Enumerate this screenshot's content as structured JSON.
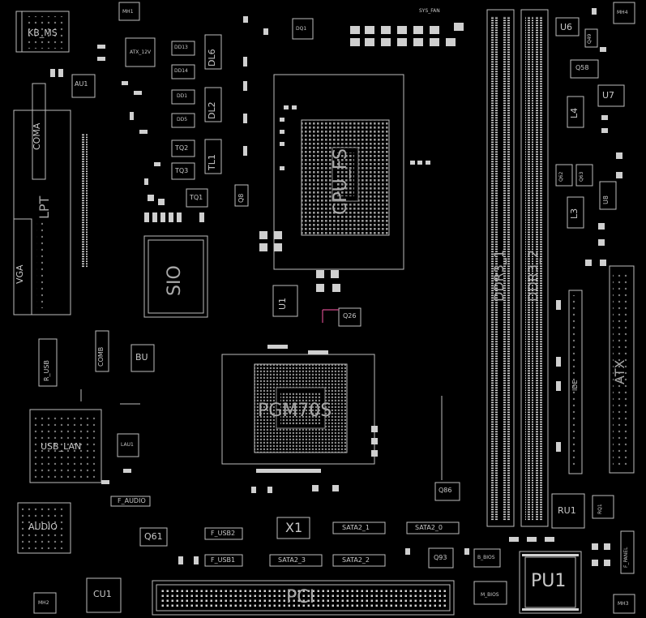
{
  "board": {
    "labels": {
      "kb_ms": "KB_MS",
      "mh1": "MH1",
      "mh2": "MH2",
      "mh3": "MH3",
      "mh4": "MH4",
      "atx_12v": "ATX_12V",
      "au1": "AU1",
      "coma": "COMA",
      "lpt": "LPT",
      "vga": "VGA",
      "dd13": "DD13",
      "dd14": "DD14",
      "dd1": "DD1",
      "dd5": "DD5",
      "tq2": "TQ2",
      "tq3": "TQ3",
      "tq1": "TQ1",
      "dl6": "DL6",
      "dl2": "DL2",
      "tl1": "TL1",
      "q8": "Q8",
      "dq1": "DQ1",
      "sys_fan": "SYS_FAN",
      "cpu_fan": "CPU_FS",
      "cpu": "CPU_FS",
      "sio": "SIO",
      "u1": "U1",
      "q26": "Q26",
      "r_usb": "R_USB",
      "comb": "COMB",
      "bu": "BU",
      "pgm70s": "PGM70S",
      "usb_lan": "USB_LAN",
      "lau1": "LAU1",
      "audio": "AUDIO",
      "f_audio": "F_AUDIO",
      "q61": "Q61",
      "f_usb2": "F_USB2",
      "f_usb1": "F_USB1",
      "x1": "X1",
      "sata2_1": "SATA2_1",
      "sata2_0": "SATA2_0",
      "sata2_3": "SATA2_3",
      "sata2_2": "SATA2_2",
      "q86": "Q86",
      "q93": "Q93",
      "b_bios": "B_BIOS",
      "m_bios": "M_BIOS",
      "cu1": "CU1",
      "pci": "PCI",
      "ddr3_1": "DDR3_1",
      "ddr3_2": "DDR3_2",
      "u6": "U6",
      "q49": "Q49",
      "q58": "Q58",
      "l4": "L4",
      "u7": "U7",
      "q62": "Q62",
      "q63": "Q63",
      "u8": "U8",
      "l3": "L3",
      "ide": "IDE",
      "atx": "ATX",
      "ru1": "RU1",
      "rq1": "RQ1",
      "f_panel": "F_PANEL",
      "pu1": "PU1"
    },
    "colors": {
      "background": "#000000",
      "silkscreen": "#c8c8c8",
      "pad": "#d0d0d0",
      "accent": "#d04a8a"
    }
  }
}
